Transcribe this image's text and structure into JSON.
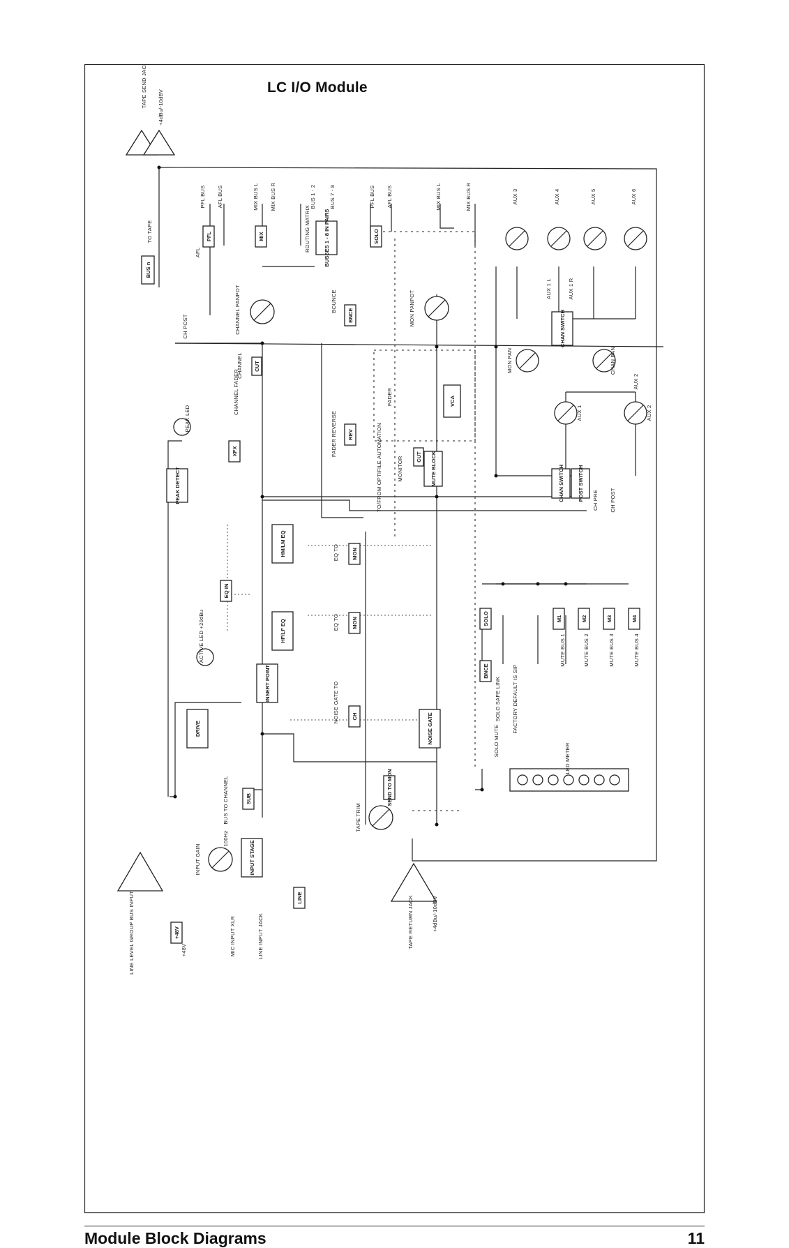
{
  "diagram": {
    "title": "LC I/O Module",
    "top_left": {
      "tape_send": "TAPE SEND JACK",
      "tape_send_level": "+4dBu/-10dBV",
      "bus_n": "BUS n",
      "to_tape": "TO TAPE",
      "afl": "AFL",
      "ch_post": "CH POST"
    },
    "buses": [
      {
        "name": "PFL BUS"
      },
      {
        "name": "AFL BUS"
      },
      {
        "name": "MIX BUS L"
      },
      {
        "name": "MIX BUS R"
      },
      {
        "name": "BUS 1 - 2"
      },
      {
        "name": "BUS 7 - 8"
      },
      {
        "name": "PFL BUS"
      },
      {
        "name": "AFL BUS"
      },
      {
        "name": "MIX BUS L"
      },
      {
        "name": "MIX BUS R"
      },
      {
        "name": "AUX 3"
      },
      {
        "name": "AUX 4"
      },
      {
        "name": "AUX 5"
      },
      {
        "name": "AUX 6"
      }
    ],
    "switches": [
      {
        "name": "PFL"
      },
      {
        "name": "MIX"
      },
      {
        "name": "SOLO"
      },
      {
        "name": "BNCE"
      },
      {
        "name": "CUT"
      },
      {
        "name": "XFX"
      },
      {
        "name": "REV"
      },
      {
        "name": "CUT"
      },
      {
        "name": "EQ IN"
      },
      {
        "name": "MON"
      },
      {
        "name": "MON"
      },
      {
        "name": "SOLO"
      },
      {
        "name": "BNCE"
      },
      {
        "name": "M1"
      },
      {
        "name": "M2"
      },
      {
        "name": "M3"
      },
      {
        "name": "M4"
      },
      {
        "name": "CH"
      },
      {
        "name": "SUB"
      },
      {
        "name": "SEND TO MON"
      },
      {
        "name": "LINE"
      },
      {
        "name": "+48V"
      }
    ],
    "blocks": [
      {
        "name": "ROUTING MATRIX"
      },
      {
        "name": "BUSSES 1 - 8 IN PAIRS"
      },
      {
        "name": "VCA"
      },
      {
        "name": "MUTE BLOCK"
      },
      {
        "name": "CHAN SWITCH"
      },
      {
        "name": "CHAN SWITCH"
      },
      {
        "name": "POST SWITCH"
      },
      {
        "name": "PEAK DETECT"
      },
      {
        "name": "HM/LM EQ"
      },
      {
        "name": "HF/LF EQ"
      },
      {
        "name": "INSERT POINT"
      },
      {
        "name": "DRIVE"
      },
      {
        "name": "NOISE GATE"
      },
      {
        "name": "INPUT STAGE"
      }
    ],
    "labels": {
      "channel_panpot": "CHANNEL PANPOT",
      "bounce": "BOUNCE",
      "mon_panpot": "MON PANPOT",
      "aux1l": "AUX 1 L",
      "aux1r": "AUX 1 R",
      "mon_pan": "MON PAN",
      "chan_pan": "CHAN PAN",
      "aux2_top": "AUX 2",
      "channel_cut": "CHANNEL",
      "channel_fader": "CHANNEL FADER",
      "fader": "FADER",
      "fader_reverse": "FADER REVERSE",
      "peak_led": "PEAK LED",
      "automation": "TO/FROM OPTIFILE AUTOMATION",
      "monitor": "MONITOR",
      "aux1": "AUX 1",
      "aux2": "AUX 2",
      "ch_pre": "CH PRE",
      "ch_post_right": "CH POST",
      "eq_to_1": "EQ TO",
      "eq_to_2": "EQ TO",
      "mute_bus_1": "MUTE BUS 1",
      "mute_bus_2": "MUTE BUS 2",
      "mute_bus_3": "MUTE BUS 3",
      "mute_bus_4": "MUTE BUS 4",
      "active_led": "ACTIVE LED +20dBu",
      "noise_gate_to": "NOISE GATE TO",
      "solo_safe": "SOLO SAFE LINK",
      "factory_default": "FACTORY DEFAULT IS SIP",
      "solo_mute": "SOLO MUTE",
      "led_meter": "LED METER",
      "bus_to_channel": "BUS TO CHANNEL",
      "hz100": "100Hz",
      "tape_trim": "TAPE TRIM",
      "input_gain": "INPUT GAIN",
      "tape_return": "TAPE RETURN JACK",
      "tape_return_level": "+4dBu/-10dBV",
      "line_level": "LINE LEVEL GROUP BUS INPUT",
      "plus48v": "+48V",
      "mic_input": "MIC INPUT XLR",
      "line_input": "LINE INPUT JACK"
    }
  },
  "footer": {
    "section_title": "Module Block Diagrams",
    "page_number": "11"
  }
}
